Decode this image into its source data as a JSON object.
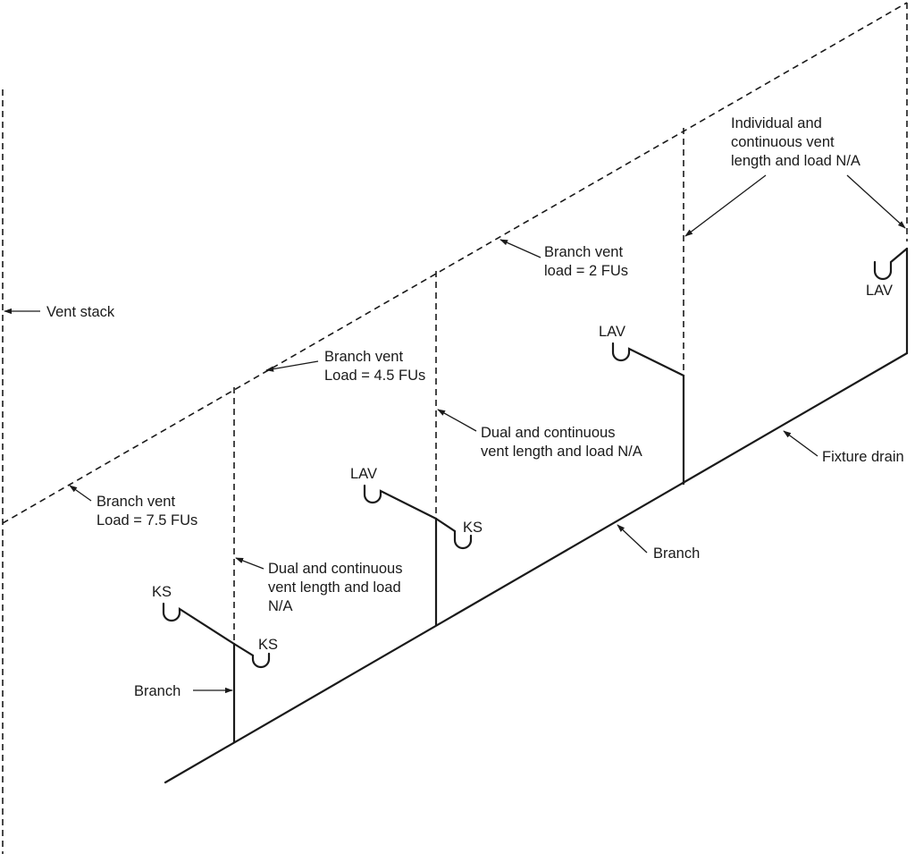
{
  "labels": {
    "vent_stack": "Vent stack",
    "branch_vent_top": [
      "Branch vent",
      "load = 2 FUs"
    ],
    "branch_vent_mid": [
      "Branch vent",
      "Load = 4.5 FUs"
    ],
    "branch_vent_low": [
      "Branch vent",
      "Load = 7.5 FUs"
    ],
    "individual_continuous": [
      "Individual and",
      "continuous vent",
      "length and load N/A"
    ],
    "dual_continuous_mid": [
      "Dual and continuous",
      "vent length and load N/A"
    ],
    "dual_continuous_low": [
      "Dual and continuous",
      "vent length and load",
      "N/A"
    ],
    "fixture_drain": "Fixture drain",
    "branch_right": "Branch",
    "branch_left": "Branch"
  },
  "fixtures": {
    "lav_far_right": "LAV",
    "lav_right": "LAV",
    "lav_mid": "LAV",
    "ks_mid": "KS",
    "ks_left_upper": "KS",
    "ks_left_lower": "KS"
  },
  "colors": {
    "line": "#1a1a1a",
    "background": "#ffffff"
  }
}
